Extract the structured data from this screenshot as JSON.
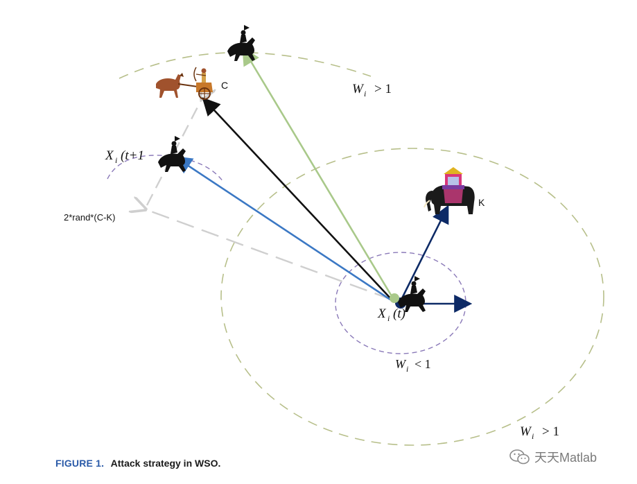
{
  "labels": {
    "c": "C",
    "k": "K",
    "x_next": "X_i(t+1)",
    "x_next_main": "X",
    "x_next_sub": "i",
    "x_next_arg": "(t+1",
    "x_curr_main": "X",
    "x_curr_sub": "i",
    "x_curr_arg": "(t)",
    "rand_expr": "2*rand*(C-K)",
    "w_top_main": "W",
    "w_top_sub": "i",
    "w_top_rel": "> 1",
    "w_inner_main": "W",
    "w_inner_sub": "i",
    "w_inner_rel": "< 1",
    "w_outer_main": "W",
    "w_outer_sub": "i",
    "w_outer_rel": "> 1"
  },
  "caption": {
    "figure_label": "FIGURE 1.",
    "text": "Attack strategy in WSO."
  },
  "watermark": {
    "text": "天天Matlab",
    "icon": "wechat-icon"
  },
  "colors": {
    "green_vector": "#a9c98a",
    "black_vector": "#111111",
    "blue_vector": "#3b78c4",
    "navy_vector": "#0d2a66",
    "gray_dashed": "#cfcfcf",
    "olive_circle": "#b7bf8a",
    "purple_circle": "#8a79b8"
  },
  "icons": [
    "horse-rider-icon",
    "chariot-archer-icon",
    "war-elephant-icon"
  ]
}
